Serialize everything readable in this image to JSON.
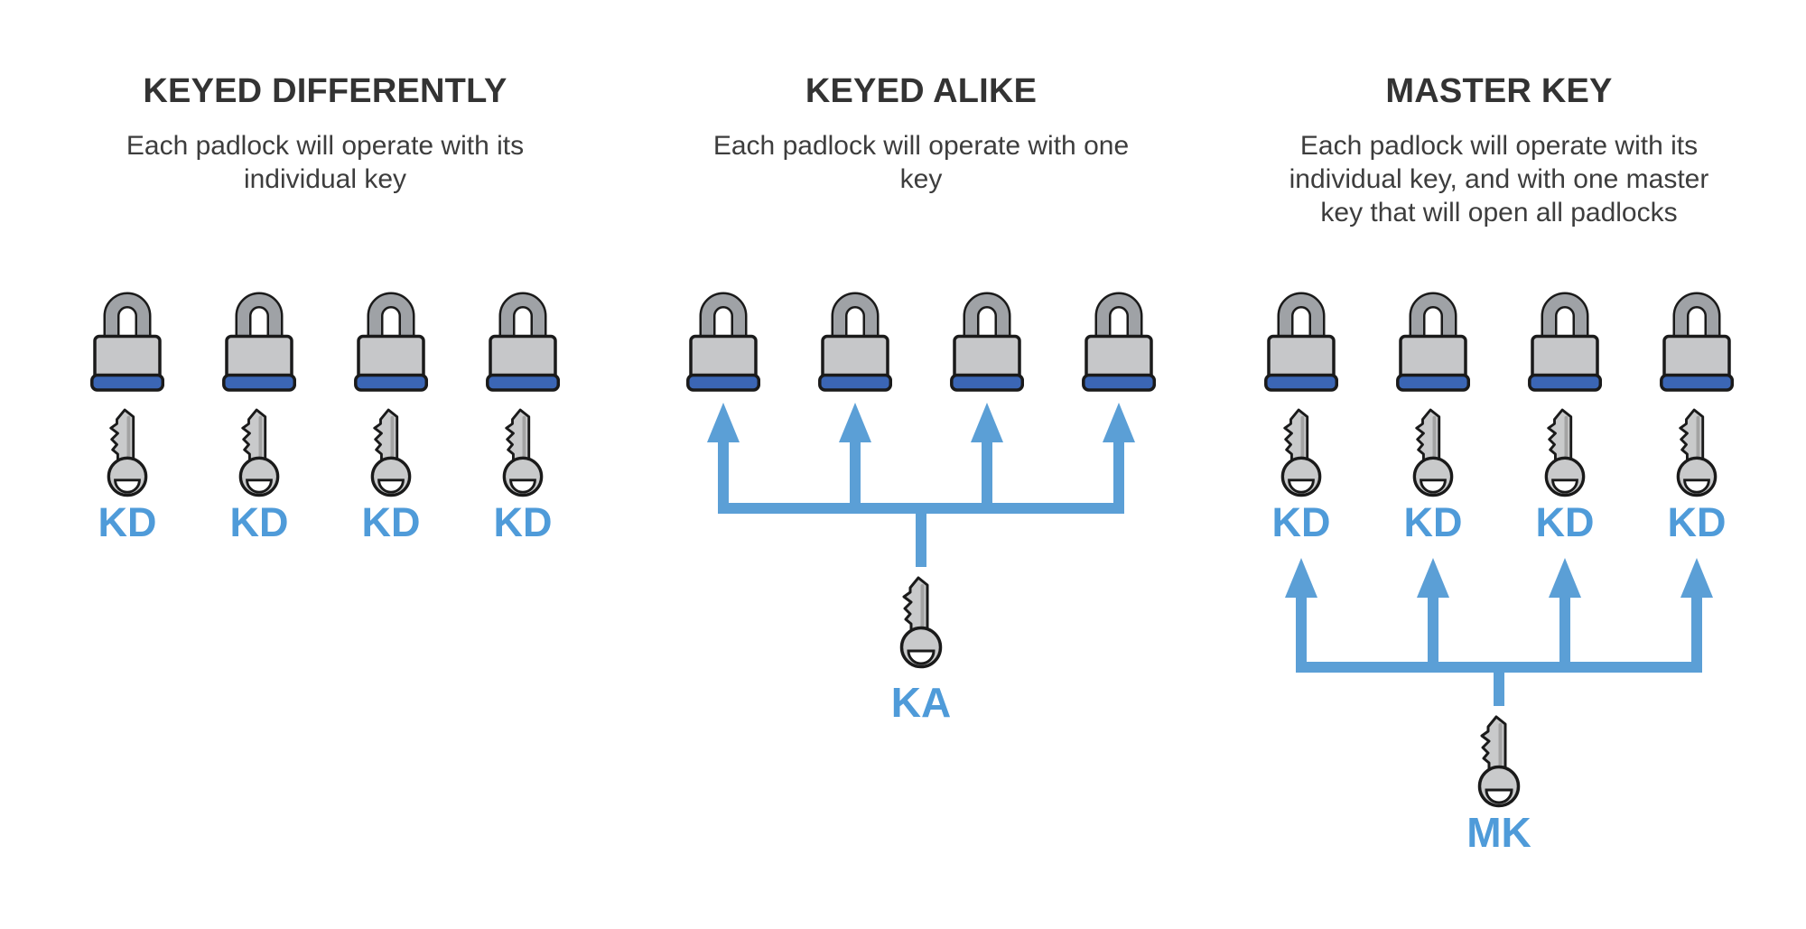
{
  "colors": {
    "background": "#ffffff",
    "title_text": "#333333",
    "body_text": "#3d3d3d",
    "label_blue": "#4f9bd9",
    "arrow_blue": "#5b9fd6",
    "lock_body": "#c6c7c9",
    "lock_shackle": "#9fa2a6",
    "lock_band_blue": "#3b66b5",
    "key_gray": "#c9cacb",
    "key_stripe": "#a3a3a3",
    "outline_black": "#1a1a1a"
  },
  "sections": [
    {
      "id": "keyed-differently",
      "title": "KEYED DIFFERENTLY",
      "subtitle_lines": [
        "Each padlock will operate with its",
        "individual key"
      ],
      "padlock_count": 4,
      "key_labels": [
        "KD",
        "KD",
        "KD",
        "KD"
      ]
    },
    {
      "id": "keyed-alike",
      "title": "KEYED ALIKE",
      "subtitle_lines": [
        "Each padlock will operate with one",
        "key"
      ],
      "padlock_count": 4,
      "shared_key_label": "KA"
    },
    {
      "id": "master-key",
      "title": "MASTER KEY",
      "subtitle_lines": [
        "Each padlock will operate with its",
        "individual key, and with one master",
        "key that will open all padlocks"
      ],
      "padlock_count": 4,
      "key_labels": [
        "KD",
        "KD",
        "KD",
        "KD"
      ],
      "master_key_label": "MK"
    }
  ]
}
